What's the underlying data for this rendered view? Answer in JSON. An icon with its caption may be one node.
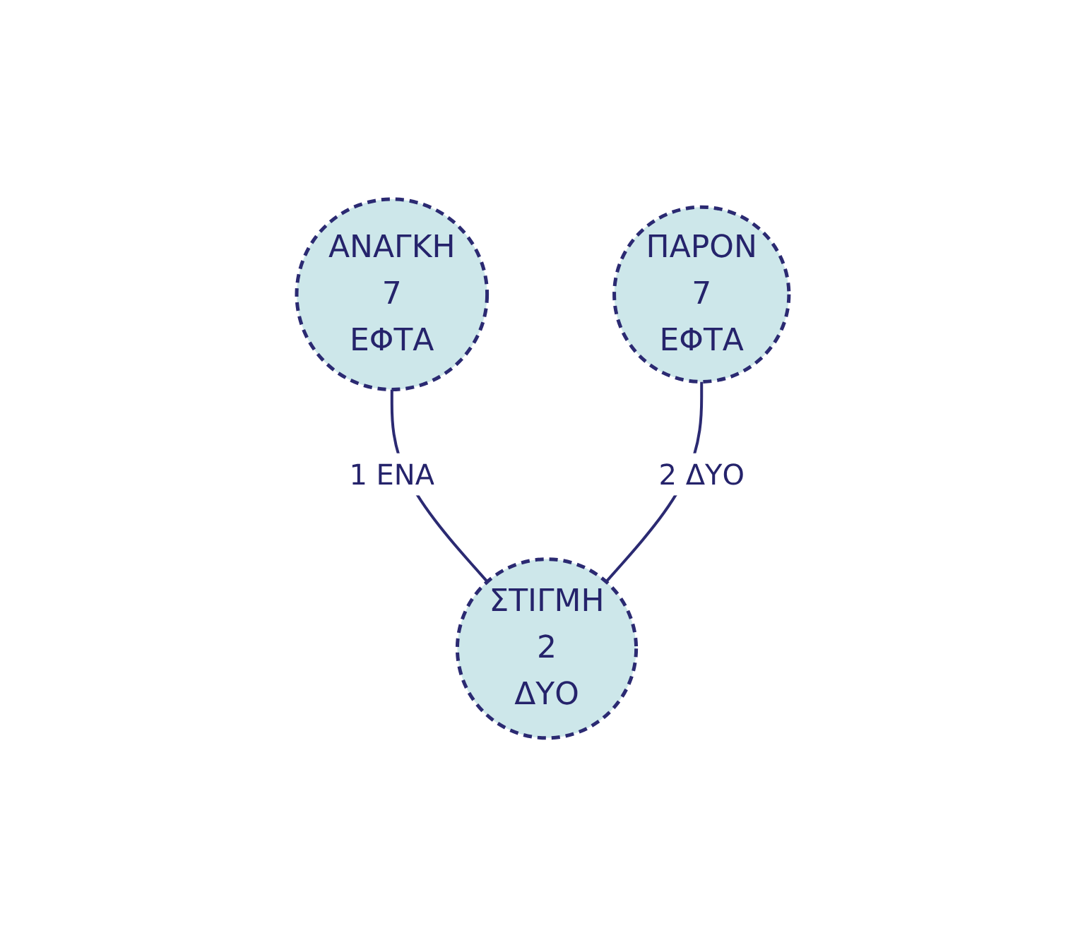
{
  "diagram": {
    "nodes": [
      {
        "text": [
          "ΑΝΑΓΚΗ",
          "7",
          "ΕΦΤΑ"
        ]
      },
      {
        "text": [
          "ΠΑΡΟΝ",
          "7",
          "ΕΦΤΑ"
        ]
      },
      {
        "text": [
          "ΣΤΙΓΜΗ",
          "2",
          "ΔΥΟ"
        ]
      }
    ],
    "edges": [
      {
        "from": 0,
        "to": 2,
        "arrow": "none",
        "label": "1 ΕΝΑ"
      },
      {
        "from": 1,
        "to": 2,
        "arrow": "none",
        "label": "2 ΔΥΟ"
      }
    ]
  }
}
